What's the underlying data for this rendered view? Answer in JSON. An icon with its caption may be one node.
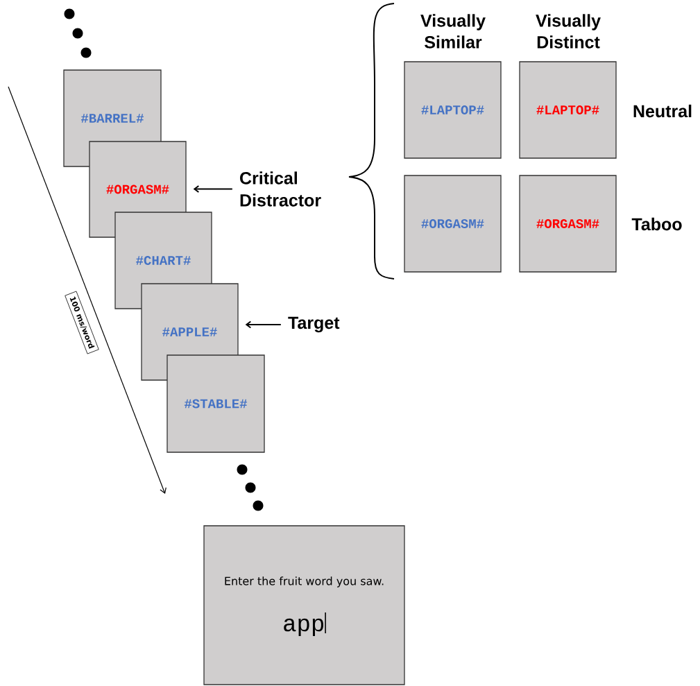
{
  "diagram": {
    "nodes": [
      {
        "text": [
          "#BARREL#"
        ]
      },
      {
        "text": [
          "#ORGASM#"
        ]
      },
      {
        "text": [
          "#CHART#"
        ]
      },
      {
        "text": [
          "#APPLE#"
        ]
      },
      {
        "text": [
          "#STABLE#"
        ]
      },
      {
        "text": [
          "Critical Distractor"
        ]
      },
      {
        "text": [
          "Target"
        ]
      },
      {
        "text": [
          "#LAPTOP#"
        ]
      },
      {
        "text": [
          "#LAPTOP#"
        ]
      },
      {
        "text": [
          "#ORGASM#"
        ]
      },
      {
        "text": [
          "#ORGASM#"
        ]
      },
      {
        "text": [
          "Enter the fruit word you saw.",
          "app"
        ]
      }
    ],
    "edges": [
      {
        "from": 5,
        "to": 1,
        "arrow": "to"
      },
      {
        "from": 6,
        "to": 3,
        "arrow": "to"
      }
    ],
    "labels": [
      "Visually Similar",
      "Visually Distinct",
      "Neutral",
      "Taboo",
      "100 ms/word"
    ]
  }
}
